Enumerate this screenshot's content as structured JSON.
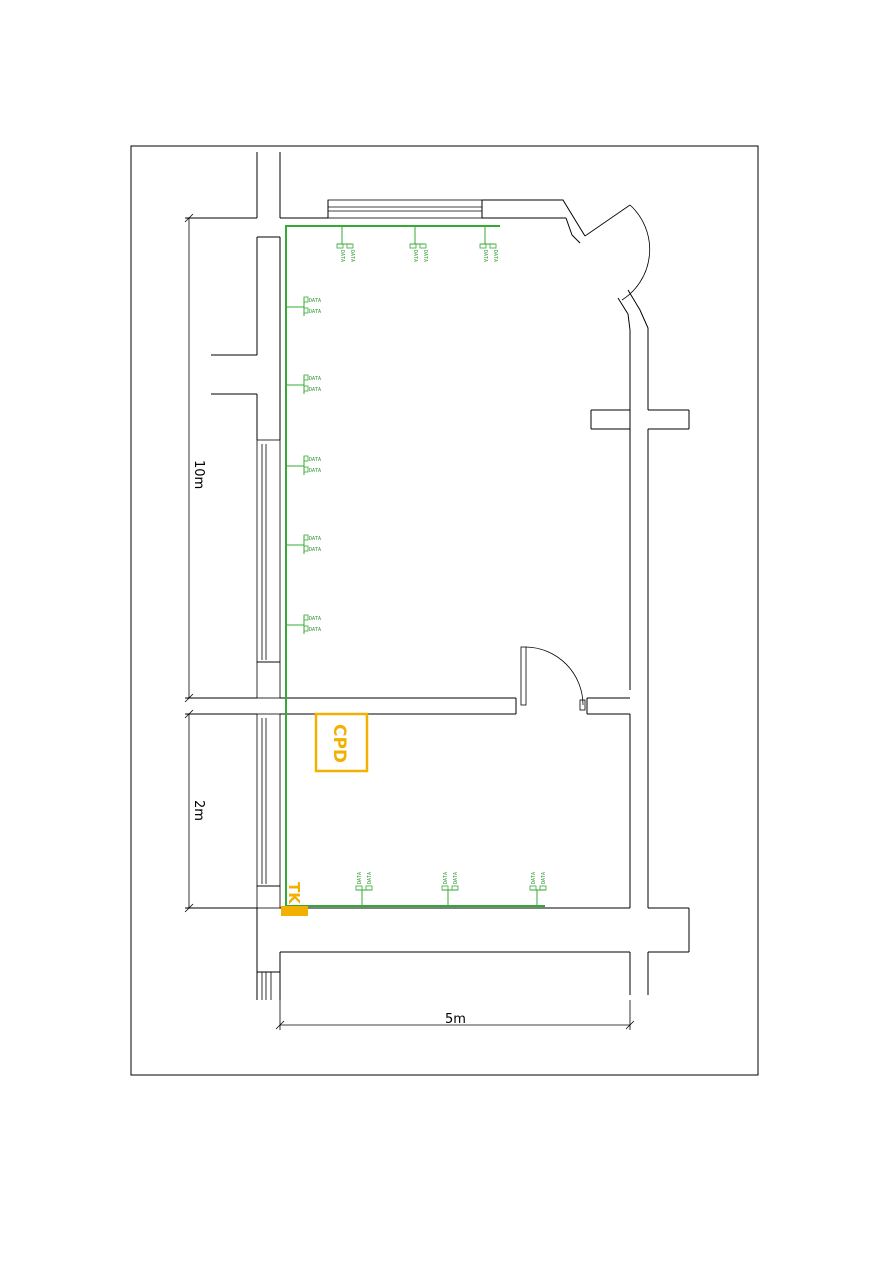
{
  "dimensions": {
    "vertical_top": "10m",
    "vertical_bottom": "2m",
    "horizontal": "5m"
  },
  "labels": {
    "cpd": "CPD",
    "tk": "TK",
    "data_outlet": "DATA"
  },
  "outlet_groups": {
    "top_wall": 3,
    "left_wall": 5,
    "bottom_wall": 3
  },
  "colors": {
    "cable": "#33aa33",
    "cpd": "#f2b100",
    "tk": "#f2b100",
    "walls": "#000000"
  },
  "icons": [
    "data-outlet-icon",
    "door-swing-icon",
    "cabinet-icon"
  ]
}
